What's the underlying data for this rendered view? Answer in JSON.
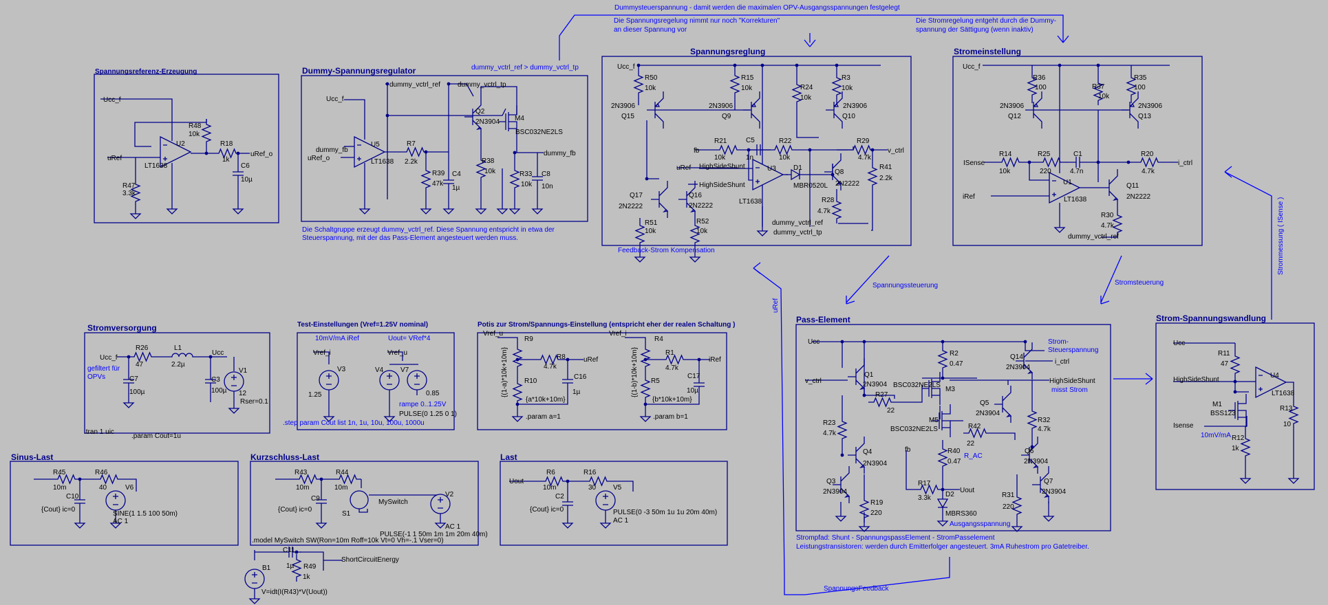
{
  "blocks": [
    {
      "title": "Spannungsreferenz-Erzeugung"
    },
    {
      "title": "Dummy-Spannungsregulator"
    },
    {
      "title": "Spannungsreglung"
    },
    {
      "title": "Stromeinstellung"
    },
    {
      "title": "Stromversorgung"
    },
    {
      "title": "Test-Einstellungen (Vref=1.25V nominal)"
    },
    {
      "title": "Potis zur Strom/Spannungs-Einstellung (entspricht eher der realen Schaltung )"
    },
    {
      "title": "Pass-Element"
    },
    {
      "title": "Strom-Spannungswandlung"
    },
    {
      "title": "Sinus-Last"
    },
    {
      "title": "Kurzschluss-Last"
    },
    {
      "title": "Last"
    }
  ],
  "comments": [
    "Dummysteuerspannung - damit werden die maximalen OPV-Ausgangsspannungen festgelegt",
    "Die Spannungsregelung nimmt nur noch \"Korrekturen\"",
    "an dieser Spannung vor",
    "Die Stromregelung entgeht durch die Dummy-",
    "spannung der Sättigung (wenn inaktiv)",
    "Die Schaltgruppe erzeugt dummy_vctrl_ref. Diese Spannung entspricht in etwa der",
    "Steuerspannung, mit der das Pass-Element angesteuert werden muss.",
    "Feedback-Strom Kompensation",
    "Strompfad: Shunt - SpannungspassElement - StromPasselement",
    "Leistungstransistoren: werden durch Emitterfolger angesteuert. 3mA Ruhestrom pro Gatetreiber.",
    "misst Strom"
  ],
  "arrows": [
    "Spannungssteuerung",
    "Stromsteuerung",
    "Strommessung ( ISense )",
    "uRef",
    "SpannungsFeedback"
  ],
  "nets": [
    "Ucc_f",
    "uRef",
    "uRef_o",
    "dummy_fb",
    "dummy_vctrl_ref",
    "dummy_vctrl_tp",
    "dummy_vctrl_ref  >  dummy_vctrl_tp",
    "fb",
    "v_ctrl",
    "HighSideShunt",
    "ISense",
    "iRef",
    "i_ctrl",
    "Ucc",
    "Vref_i",
    "Vref_u",
    "Uout",
    "Isense",
    "ShortCircuitEnergy",
    "Strom-",
    "Steuerspannung",
    "Ausgangsspannung",
    "R_AC",
    "10mV/mA iRef",
    "Uout= VRef*4",
    "gefiltert für",
    "OPVs",
    "10mV/mA"
  ],
  "parts": {
    "ref": {
      "u2": "U2",
      "u2m": "LT1638",
      "r47": "R47",
      "r47v": "3.3k",
      "r48": "R48",
      "r48v": "10k",
      "r18": "R18",
      "r18v": "1k",
      "c6": "C6",
      "c6v": "10µ"
    },
    "dummy": {
      "u5": "U5",
      "u5m": "LT1638",
      "r7": "R7",
      "r7v": "2.2k",
      "r39": "R39",
      "r39v": "47k",
      "c4": "C4",
      "c4v": "1µ",
      "q2": "Q2",
      "q2m": "2N3904",
      "r38": "R38",
      "r38v": "10k",
      "m4": "M4",
      "m4m": "BSC032NE2LS",
      "r33": "R33",
      "r33v": "10k",
      "c8": "C8",
      "c8v": "10n"
    },
    "vreg": {
      "r50": "R50",
      "r50v": "10k",
      "q15": "Q15",
      "q15m": "2N3906",
      "r15": "R15",
      "r15v": "10k",
      "q9": "Q9",
      "q9m": "2N3906",
      "r24": "R24",
      "r24v": "10k",
      "r3": "R3",
      "r3v": "10k",
      "q10": "Q10",
      "q10m": "2N3906",
      "r21": "R21",
      "r21v": "10k",
      "c5": "C5",
      "c5v": "1n",
      "r22": "R22",
      "r22v": "10k",
      "r29": "R29",
      "r29v": "4.7k",
      "r41": "R41",
      "r41v": "2.2k",
      "u3": "U3",
      "u3m": "LT1638",
      "d1": "D1",
      "d1m": "MBR0520L",
      "q8": "Q8",
      "q8m": "2N2222",
      "r28": "R28",
      "r28v": "4.7k",
      "q17": "Q17",
      "q17m": "2N2222",
      "q16": "Q16",
      "q16m": "2N2222",
      "r51": "R51",
      "r51v": "10k",
      "r52": "R52",
      "r52v": "10k"
    },
    "ireg": {
      "r36": "R36",
      "r36v": "100",
      "q12": "Q12",
      "q12m": "2N3906",
      "r37": "R37",
      "r37v": "10k",
      "r35": "R35",
      "r35v": "100",
      "q13": "Q13",
      "q13m": "2N3906",
      "r14": "R14",
      "r14v": "10k",
      "r25": "R25",
      "r25v": "220",
      "c1": "C1",
      "c1v": "4.7n",
      "r20": "R20",
      "r20v": "4.7k",
      "u1": "U1",
      "u1m": "LT1638",
      "q11": "Q11",
      "q11m": "2N2222",
      "r30": "R30",
      "r30v": "4.7k"
    },
    "supply": {
      "r26": "R26",
      "r26v": "47",
      "l1": "L1",
      "l1v": "2.2µ",
      "c7": "C7",
      "c7v": "100µ",
      "c3": "C3",
      "c3v": "100µ",
      "v1": "V1",
      "v1v": "12",
      "v1r": "Rser=0.1"
    },
    "test": {
      "v3": "V3",
      "v3v": "1.25",
      "v4": "V4",
      "v7": "V7",
      "v7v": "0.85",
      "ramp": "rampe 0..1.25V",
      "pulse": "PULSE(0 1.25 0 1)"
    },
    "poti": {
      "r9": "R9",
      "r9e": "{(1-a)*10k+10m}",
      "r8": "R8",
      "r8v": "4.7k",
      "r10": "R10",
      "r10e": "{a*10k+10m}",
      "c16": "C16",
      "c16v": "1µ",
      "pa": ".param a=1",
      "r4": "R4",
      "r4e": "{(1-b)*10k+10m}",
      "r1": "R1",
      "r1v": "4.7k",
      "r5": "R5",
      "r5e": "{b*10k+10m}",
      "c17": "C17",
      "c17v": "10µ",
      "pb": ".param b=1"
    },
    "pass": {
      "q1": "Q1",
      "q1m": "2N3904",
      "r27": "R27",
      "r27v": "22",
      "r23": "R23",
      "r23v": "4.7k",
      "q4": "Q4",
      "q4m": "2N3904",
      "q3": "Q3",
      "q3m": "2N3904",
      "r19": "R19",
      "r19v": "220",
      "r2": "R2",
      "r2v": "0.47",
      "m3": "M3",
      "m3m": "BSC032NE2LS",
      "m5": "M5",
      "m5m": "BSC032NE2LS",
      "r42": "R42",
      "r42v": "22",
      "r40": "R40",
      "r40v": "0.47",
      "r17": "R17",
      "r17v": "3.3k",
      "d2": "D2",
      "d2m": "MBRS360",
      "q14": "Q14",
      "q14m": "2N3904",
      "q5": "Q5",
      "q5m": "2N3904",
      "r32": "R32",
      "r32v": "4.7k",
      "q6": "Q6",
      "q6m": "2N3904",
      "q7": "Q7",
      "q7m": "2N3904",
      "r31": "R31",
      "r31v": "220"
    },
    "conv": {
      "r11": "R11",
      "r11v": "47",
      "m1": "M1",
      "m1m": "BSS123",
      "u4": "U4",
      "u4m": "LT1638",
      "r13": "R13",
      "r13v": "10",
      "r12": "R12",
      "r12v": "1k"
    },
    "sine": {
      "r45": "R45",
      "r45v": "10m",
      "r46": "R46",
      "r46v": "40",
      "c10": "C10",
      "c10v": "{Cout} ic=0",
      "v6": "V6",
      "v6s": "SINE(1 1.5 100 50m)",
      "v6a": "AC 1"
    },
    "short": {
      "r43": "R43",
      "r43v": "10m",
      "r44": "R44",
      "r44v": "10m",
      "c9": "C9",
      "c9v": "{Cout} ic=0",
      "s1": "S1",
      "sw": "MySwitch",
      "v2": "V2",
      "v2a": "AC 1",
      "v2s": "PULSE(-1 1 50m 1m 1m 20m 40m)",
      "model": ".model MySwitch  SW(Ron=10m Roff=10k Vt=0 Vh=-.1 Vser=0)",
      "b1": "B1",
      "b1e": "V=idt(I(R43)*V(Uout))",
      "c11": "C11",
      "c11v": "1µ",
      "r49": "R49",
      "r49v": "1k"
    },
    "load": {
      "r6": "R6",
      "r6v": "10m",
      "r16": "R16",
      "r16v": "30",
      "c2": "C2",
      "c2v": "{Cout} ic=0",
      "v5": "V5",
      "v5s": "PULSE(0 -3 50m 1u 1u 20m 40m)",
      "v5a": "AC 1"
    }
  },
  "directives": {
    "step": ".step param Cout list 1n, 1u, 10u, 100u, 1000u",
    "tran": ".tran 1 uic",
    "cout": ".param Cout=1u"
  }
}
